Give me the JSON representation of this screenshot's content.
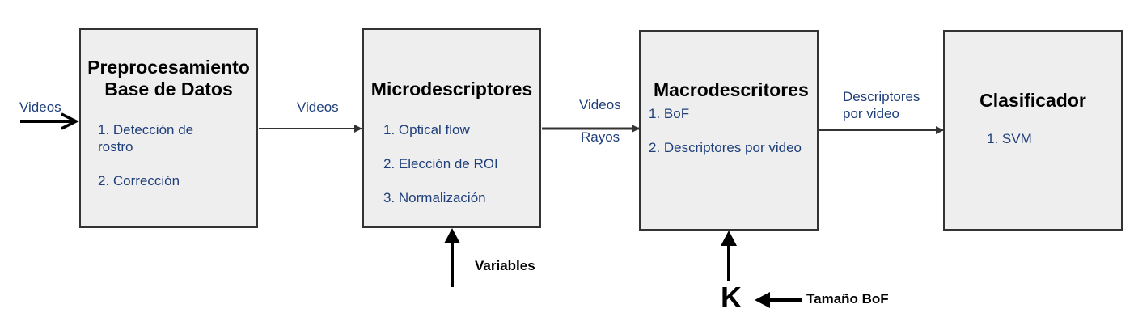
{
  "blocks": {
    "preprocesamiento": {
      "title_line1": "Preprocesamiento",
      "title_line2": "Base de Datos",
      "items": [
        "1. Detección de",
        "rostro",
        "2. Corrección"
      ]
    },
    "microdescriptores": {
      "title": "Microdescriptores",
      "items": [
        "1. Optical flow",
        "2. Elección de ROI",
        "3. Normalización"
      ]
    },
    "macrodescritores": {
      "title": "Macrodescritores",
      "items": [
        "1. BoF",
        "2. Descriptores por video"
      ]
    },
    "clasificador": {
      "title": "Clasificador",
      "items": [
        "1. SVM"
      ]
    }
  },
  "edge_labels": {
    "input": "Videos",
    "pre_to_micro": "Videos",
    "micro_to_macro_top": "Videos",
    "micro_to_macro_bottom": "Rayos",
    "macro_to_clas_line1": "Descriptores",
    "macro_to_clas_line2": "por video"
  },
  "side_inputs": {
    "variables": "Variables",
    "k": "K",
    "tamano_bof": "Tamaño BoF"
  },
  "colors": {
    "box_fill": "#eeeeee",
    "box_border": "#333333",
    "text_blue": "#1f3f7a",
    "arrow": "#000000"
  }
}
